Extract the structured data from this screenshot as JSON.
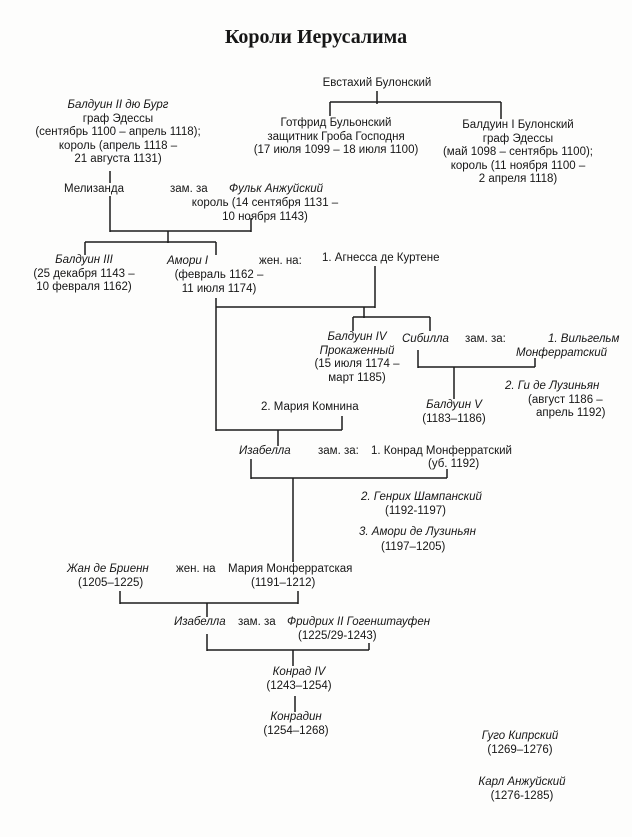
{
  "title": "Короли Иерусалима",
  "persons": {
    "eustace": {
      "name": "Евстахий Булонский"
    },
    "baldwin2": {
      "name": "Балдуин II дю Бург",
      "role": "граф Эдессы",
      "dates1": "(сентябрь 1100 – апрель 1118);",
      "dates2": "король (апрель 1118 –",
      "dates3": "21 августа 1131)"
    },
    "godfrey": {
      "name": "Готфрид Бульонский",
      "role": "защитник Гроба Господня",
      "dates1": "(17 июля 1099 – 18 июля 1100)"
    },
    "baldwin1": {
      "name": "Балдуин I Булонский",
      "role": "граф Эдессы",
      "dates1": "(май 1098 – сентябрь 1100);",
      "dates2": "король (11 ноября 1100 –",
      "dates3": "2 апреля 1118)"
    },
    "melisende": {
      "name": "Мелизанда",
      "marriage": "зам. за"
    },
    "fulk": {
      "name": "Фульк Анжуйский",
      "dates1": "король (14 сентября 1131 –",
      "dates2": "10 ноября 1143)"
    },
    "baldwin3": {
      "name": "Балдуин III",
      "dates1": "(25 декабря 1143 –",
      "dates2": "10 февраля 1162)"
    },
    "amalric1": {
      "name": "Амори I",
      "marriage": "жен. на:",
      "dates1": "(февраль 1162 –",
      "dates2": "11 июля 1174)"
    },
    "agnes": {
      "name": "1. Агнесса де Куртене"
    },
    "baldwin4": {
      "name": "Балдуин IV",
      "epithet": "Прокаженный",
      "dates1": "(15 июля 1174 –",
      "dates2": "март 1185)"
    },
    "sibylla": {
      "name": "Сибилла",
      "marriage": "зам. за:"
    },
    "william_montferrat": {
      "name": "1. Вильгельм",
      "name2": "Монферратский"
    },
    "guy_lusignan": {
      "name": "2. Ги де Лузиньян",
      "dates1": "(август 1186 –",
      "dates2": "апрель 1192)"
    },
    "baldwin5": {
      "name": "Балдуин V",
      "dates1": "(1183–1186)"
    },
    "maria_comnena": {
      "name": "2. Мария Комнина"
    },
    "isabella1": {
      "name": "Изабелла",
      "marriage": "зам. за:"
    },
    "conrad_montferrat": {
      "name": "1. Конрад Монферратский",
      "dates1": "(уб. 1192)"
    },
    "henry_champagne": {
      "name": "2. Генрих Шампанский",
      "dates1": "(1192-1197)"
    },
    "amalric_lusignan": {
      "name": "3. Амори де Лузиньян",
      "dates1": "(1197–1205)"
    },
    "john_brienne": {
      "name": "Жан де Бриенн",
      "marriage": "жен. на",
      "dates1": "(1205–1225)"
    },
    "maria_montferrat": {
      "name": "Мария Монферратская",
      "dates1": "(1191–1212)"
    },
    "isabella2": {
      "name": "Изабелла",
      "marriage": "зам. за"
    },
    "frederick2": {
      "name": "Фридрих II Гогенштауфен",
      "dates1": "(1225/29-1243)"
    },
    "conrad4": {
      "name": "Конрад IV",
      "dates1": "(1243–1254)"
    },
    "conradin": {
      "name": "Конрадин",
      "dates1": "(1254–1268)"
    },
    "hugh_cyprus": {
      "name": "Гуго Кипрский",
      "dates1": "(1269–1276)"
    },
    "charles_anjou": {
      "name": "Карл Анжуйский",
      "dates1": "(1276-1285)"
    }
  }
}
